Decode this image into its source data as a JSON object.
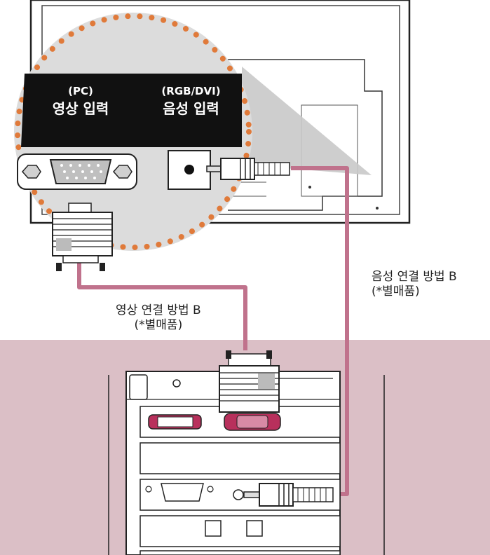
{
  "zoom_panel": {
    "pc_port": {
      "line1": "(PC)",
      "line2": "영상 입력"
    },
    "audio_port": {
      "line1": "(RGB/DVI)",
      "line2": "음성 입력"
    }
  },
  "labels": {
    "video_method": {
      "line1": "영상 연결 방법 B",
      "line2": "(*별매품)"
    },
    "audio_method": {
      "line1": "음성 연결 방법 B",
      "line2": "(*별매품)"
    }
  },
  "colors": {
    "cable": "#c0728c",
    "pc_area": "#dbbfc6",
    "zoom_dots": "#e07a3a",
    "zoom_label_bg": "#111111",
    "pc_port_accent": "#b8305c"
  }
}
